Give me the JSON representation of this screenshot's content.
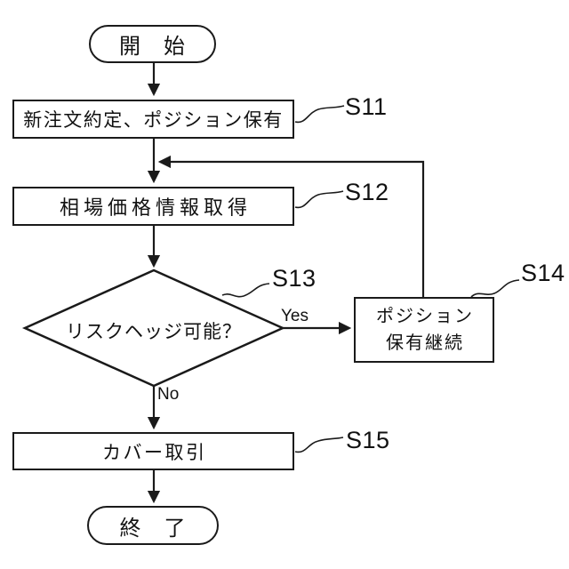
{
  "figure": {
    "background_color": "#ffffff",
    "line_color": "#1a1a1a",
    "type": "flowchart"
  },
  "flowchart": {
    "start": {
      "label": "開　始"
    },
    "s11": {
      "step": "S11",
      "label": "新注文約定、ポジション保有"
    },
    "s12": {
      "step": "S12",
      "label": "相場価格情報取得"
    },
    "s13": {
      "step": "S13",
      "label": "リスクヘッジ可能？",
      "yes_label": "Yes",
      "no_label": "No"
    },
    "s14": {
      "step": "S14",
      "label_line1": "ポジション",
      "label_line2": "保有継続"
    },
    "s15": {
      "step": "S15",
      "label": "カバー取引"
    },
    "end": {
      "label": "終　了"
    }
  }
}
